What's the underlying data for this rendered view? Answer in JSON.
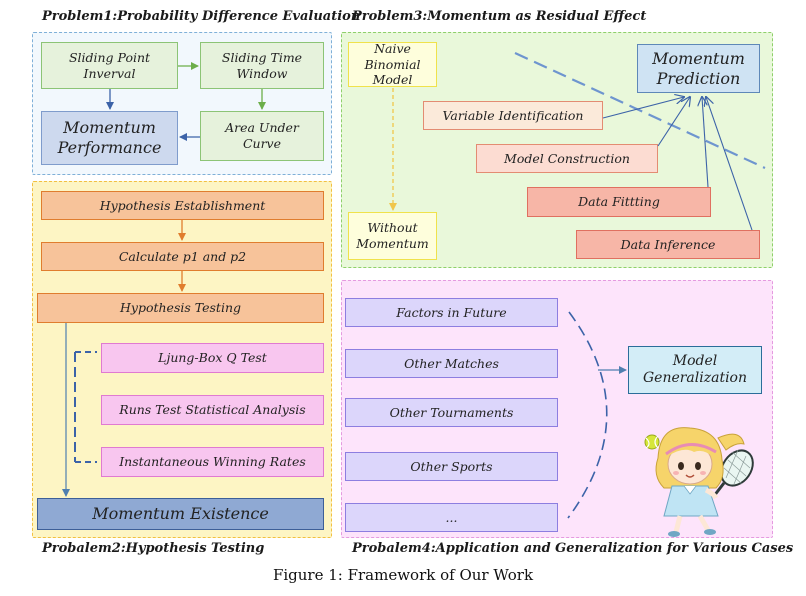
{
  "panels": {
    "p1": {
      "title": "Problem1:Probability Difference Evaluation"
    },
    "p2": {
      "title": "Probalem2:Hypothesis Testing"
    },
    "p3": {
      "title": "Problem3:Momentum as Residual Effect"
    },
    "p4": {
      "title": "Probalem4:Application and Generalization for Various Cases"
    }
  },
  "p1": {
    "sliding_point": "Sliding Point Inverval",
    "sliding_time": "Sliding Time Window",
    "momentum_perf": "Momentum Performance",
    "area_under": "Area Under Curve"
  },
  "p2": {
    "hypothesis_est": "Hypothesis Establishment",
    "calc": "Calculate p1 and p2",
    "testing": "Hypothesis Testing",
    "ljung": "Ljung-Box Q Test",
    "runs": "Runs Test Statistical Analysis",
    "instant": "Instantaneous Winning Rates",
    "existence": "Momentum Existence"
  },
  "p3": {
    "naive": "Naive Binomial Model",
    "without": "Without Momentum",
    "prediction": "Momentum Prediction",
    "var_id": "Variable Identification",
    "model_con": "Model Construction",
    "fitting": "Data Fittting",
    "inference": "Data Inference"
  },
  "p4": {
    "factors": "Factors in Future",
    "matches": "Other Matches",
    "tournaments": "Other  Tournaments",
    "sports": "Other  Sports",
    "dots": "...",
    "generalization": "Model Generalization"
  },
  "caption": "Figure 1: Framework of Our Work",
  "colors": {
    "p1_border": "#7fb0d8",
    "p1_bg": "#f2f8fd",
    "p2_border": "#f2c040",
    "p2_bg": "#fdf5c4",
    "p3_border": "#8ed06a",
    "p3_bg": "#e9f8da",
    "p4_border": "#e59ae0",
    "p4_bg": "#fde4fb"
  },
  "icons": {
    "mascot": "tennis-girl-illustration"
  }
}
